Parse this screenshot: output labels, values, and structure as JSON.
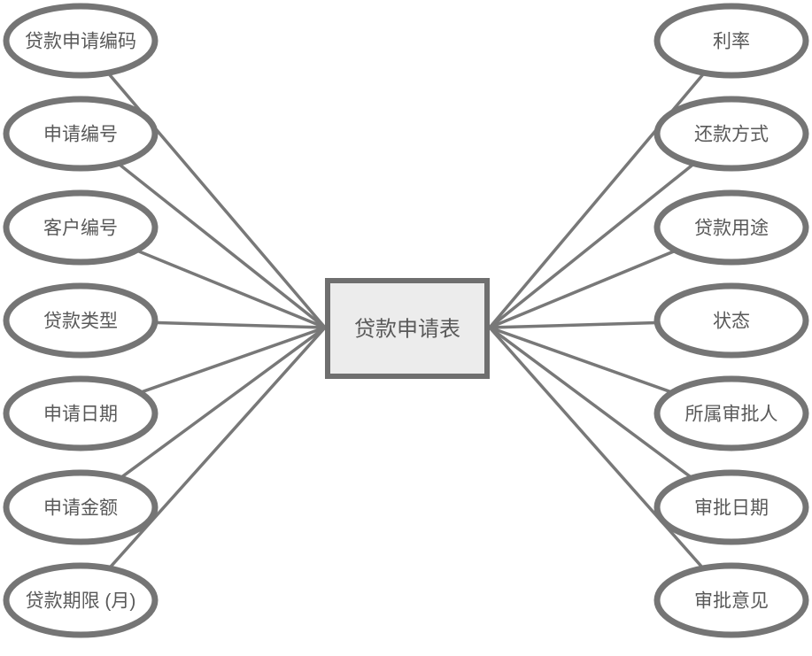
{
  "diagram": {
    "type": "er-attribute-diagram",
    "entity": {
      "label": "贷款申请表"
    },
    "left_attributes": [
      {
        "label": "贷款申请编码"
      },
      {
        "label": "申请编号"
      },
      {
        "label": "客户编号"
      },
      {
        "label": "贷款类型"
      },
      {
        "label": "申请日期"
      },
      {
        "label": "申请金额"
      },
      {
        "label": "贷款期限 (月)"
      }
    ],
    "right_attributes": [
      {
        "label": "利率"
      },
      {
        "label": "还款方式"
      },
      {
        "label": "贷款用途"
      },
      {
        "label": "状态"
      },
      {
        "label": "所属审批人"
      },
      {
        "label": "审批日期"
      },
      {
        "label": "审批意见"
      }
    ],
    "colors": {
      "shape_stroke": "#757575",
      "connector_stroke": "#787878",
      "entity_fill": "#ececec",
      "attribute_fill": "#ffffff",
      "label_text": "#595959",
      "background": "#ffffff"
    }
  }
}
